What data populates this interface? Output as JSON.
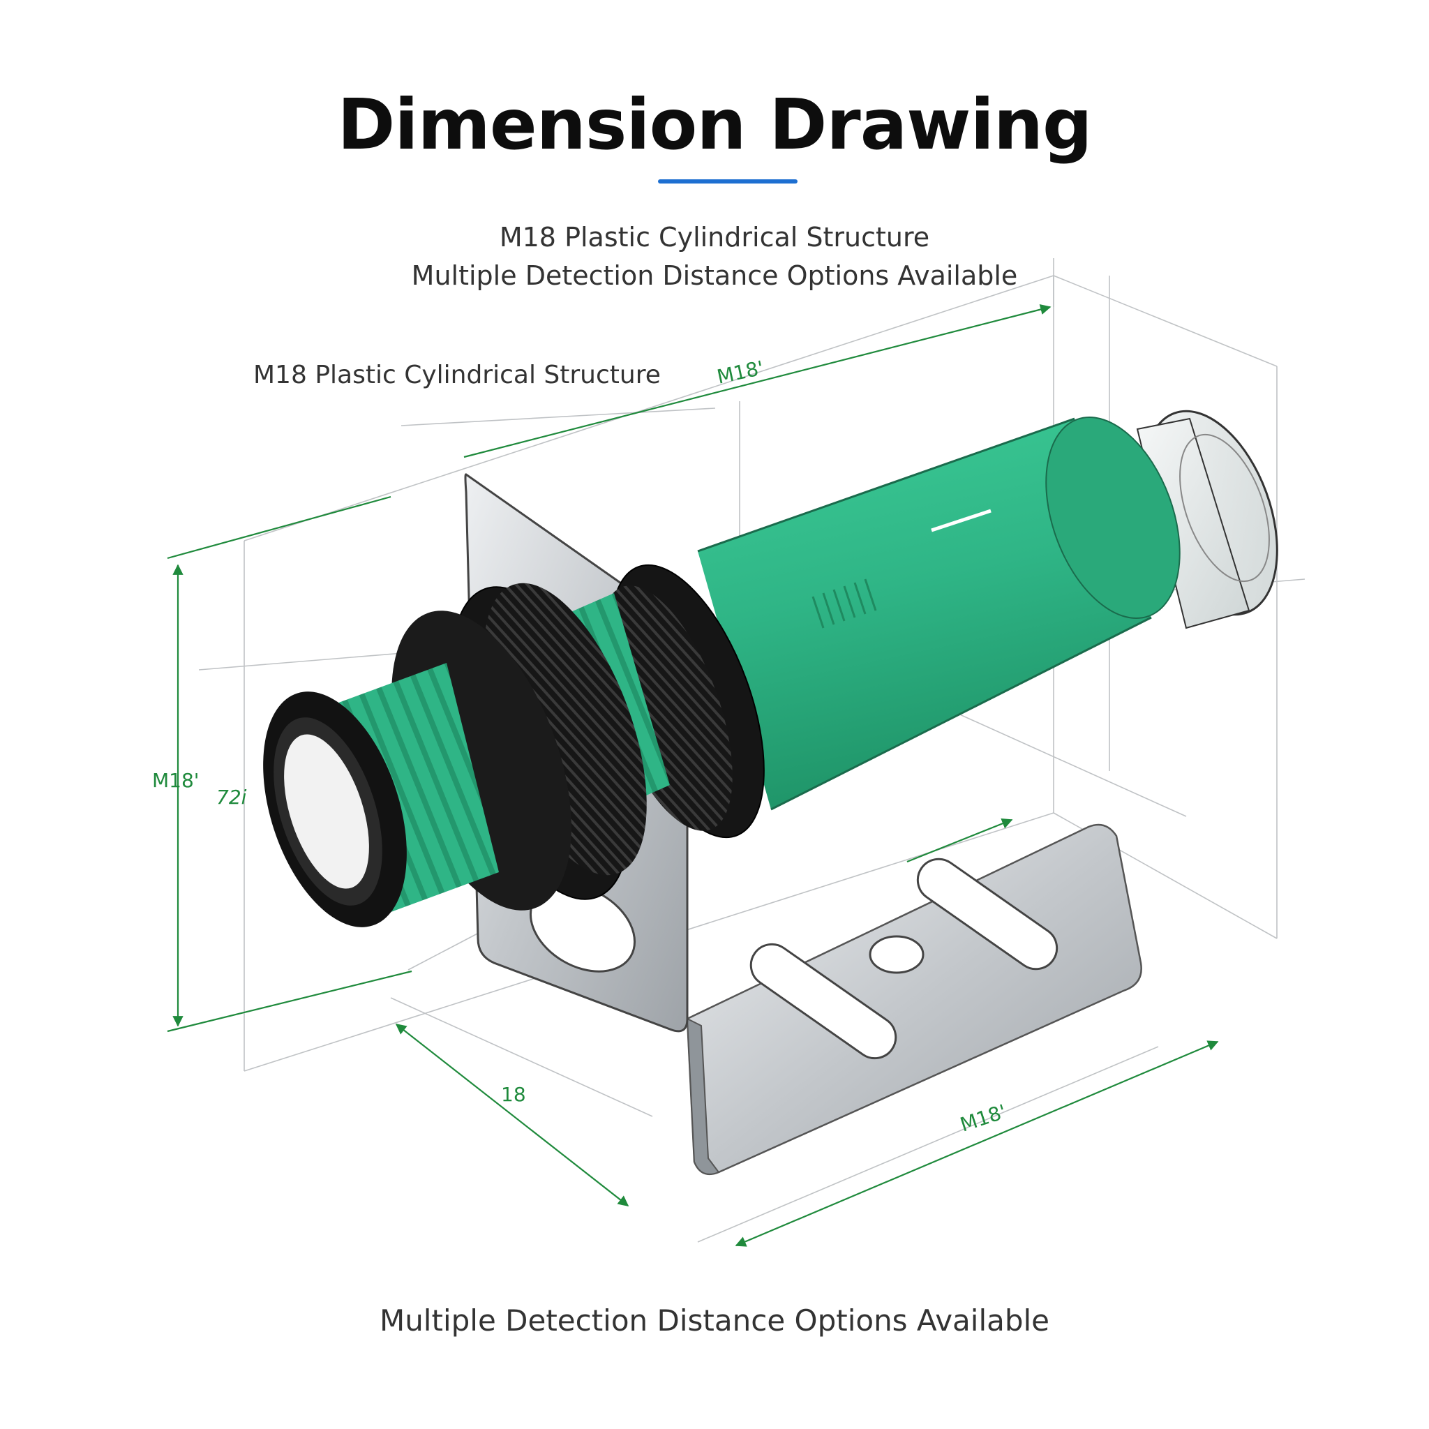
{
  "header": {
    "title": "Dimension Drawing",
    "subtitle_line1": "M18 Plastic Cylindrical Structure",
    "subtitle_line2": "Multiple Detection Distance Options Available"
  },
  "drawing": {
    "side_label": "M18 Plastic Cylindrical Structure",
    "dim_top": "M18'",
    "dim_left": "M18'",
    "dim_left_inner": "72i",
    "dim_depth": "18",
    "dim_bottom": "M18'"
  },
  "footer": {
    "text": "Multiple Detection Distance Options Available"
  },
  "colors": {
    "sensor_body": "#2fb586",
    "dimension_lines": "#1f8a3c",
    "accent_underline": "#1d6fd1",
    "bracket": "#c9ccd0"
  }
}
